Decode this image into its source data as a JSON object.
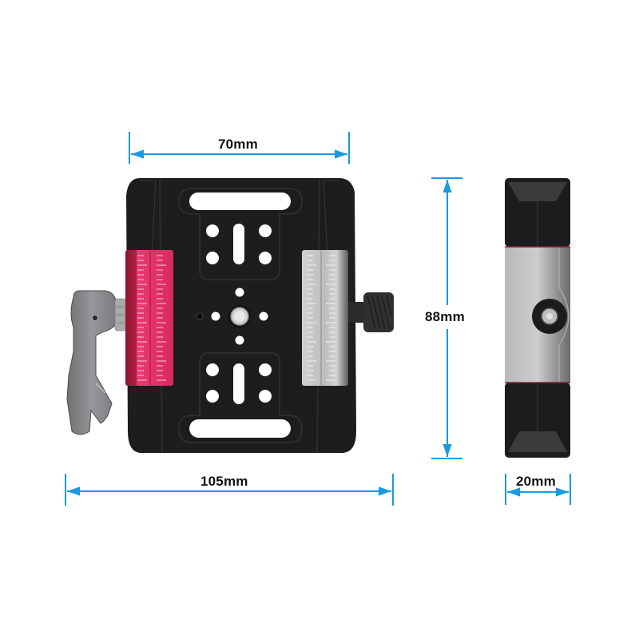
{
  "diagram": {
    "type": "product-dimension-drawing",
    "accent_color": "#1a9be0",
    "dimensions": {
      "top_width": {
        "label": "70mm",
        "value": 70,
        "unit": "mm"
      },
      "overall_width": {
        "label": "105mm",
        "value": 105,
        "unit": "mm"
      },
      "height": {
        "label": "88mm",
        "value": 88,
        "unit": "mm"
      },
      "depth": {
        "label": "20mm",
        "value": 20,
        "unit": "mm"
      }
    },
    "views": [
      {
        "name": "front-view",
        "parts": [
          "black base plate",
          "red scale clamp rail",
          "silver scale clamp rail",
          "grey quick-release lever",
          "knurled locking knob",
          "center 1/4\" screw"
        ]
      },
      {
        "name": "side-view",
        "parts": [
          "black top block",
          "silver clamp body",
          "locking knob (end-on)",
          "black bottom block"
        ]
      }
    ],
    "colors": {
      "plate": "#1d1d1f",
      "red_rail": "#e02d63",
      "silver_rail": "#bcbcbc",
      "lever": "#8a8b8d",
      "dimension_line": "#1a9be0",
      "text": "#111111"
    }
  }
}
